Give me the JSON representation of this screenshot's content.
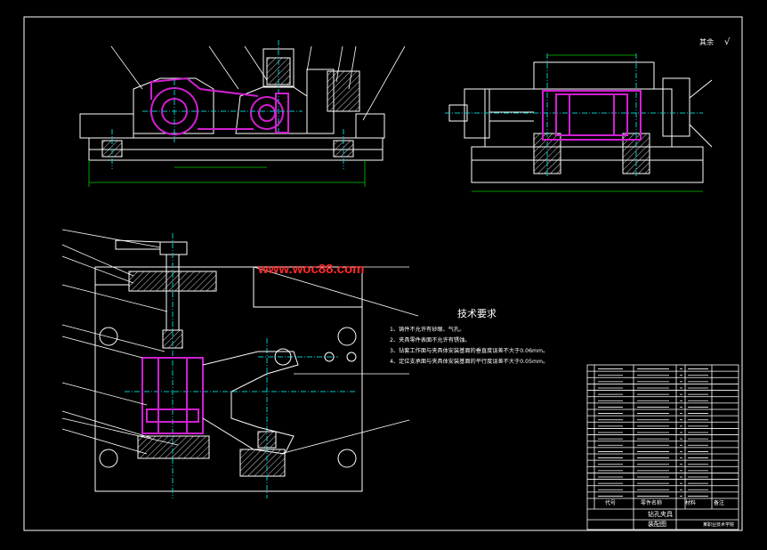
{
  "watermark": "www.woc88.com",
  "roughness_mark": "其余",
  "tech_requirements": {
    "title": "技术要求",
    "items": [
      "1、铸件不允许有砂眼、气孔。",
      "2、夹具零件表面不允许有锈蚀。",
      "3、钻套工作面与夹具体安装基面的垂直度误差不大于0.06mm。",
      "4、定位支承面与夹具体安装基面的平行度误差不大于0.05mm。"
    ]
  },
  "title_block": {
    "header_code": "代号",
    "header_name": "零件名称",
    "header_material": "材料",
    "header_remark": "备注",
    "drawing_name": "钻孔夹具",
    "drawing_type": "装配图",
    "school": "某职业技术学院"
  },
  "colors": {
    "bg": "#000000",
    "line": "#ffffff",
    "part": "#d020d0",
    "center": "#00c8c8",
    "dim": "#00c800",
    "hatch": "#ffffff",
    "red": "#ff2a2a"
  }
}
